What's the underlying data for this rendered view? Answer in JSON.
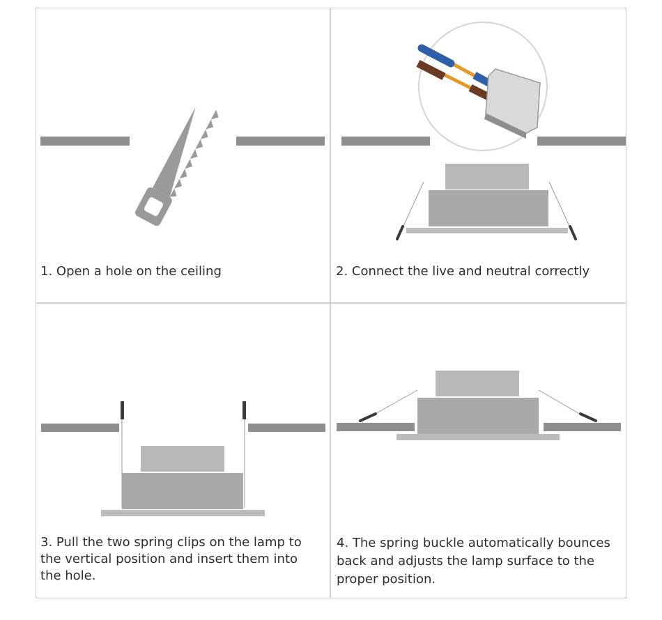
{
  "steps": [
    {
      "number": "1",
      "caption": "1. Open a hole on the ceiling",
      "illustration": "saw-cutting-ceiling"
    },
    {
      "number": "2",
      "caption": "2. Connect the live and neutral correctly",
      "illustration": "wire-connection-and-lamp"
    },
    {
      "number": "3",
      "caption": "3. Pull the two spring clips on the lamp to the vertical position and insert them into the hole.",
      "illustration": "lamp-clips-vertical"
    },
    {
      "number": "4",
      "caption": "4. The spring buckle automatically bounces back and adjusts the lamp surface to the proper position.",
      "illustration": "lamp-installed-in-ceiling"
    }
  ],
  "colors": {
    "ceiling": "#8e8e8e",
    "lamp_body": "#a9a9a9",
    "lamp_driver": "#b8b8b8",
    "lamp_flange": "#bcbcbc",
    "saw": "#9a9a9a",
    "wire_blue": "#2f5fa8",
    "wire_brown": "#6b3a22",
    "wire_copper": "#e39a2c",
    "clip_tip": "#3a3a3a",
    "grid_line": "#cfcfcf",
    "text": "#2e2e2e"
  }
}
